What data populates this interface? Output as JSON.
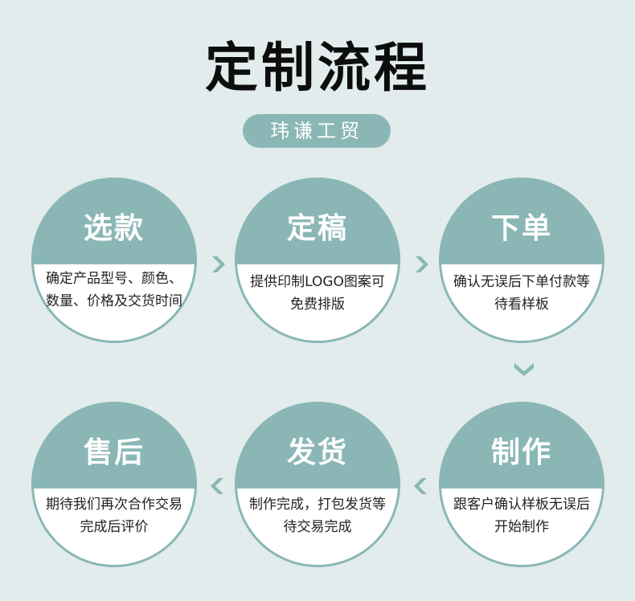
{
  "title": "定制流程",
  "company": "玮谦工贸",
  "colors": {
    "accent": "#8ab7b5",
    "background": "#e2ecec",
    "circle_bg": "#ffffff"
  },
  "steps": [
    {
      "name": "选款",
      "desc": "确定产品型号、颜色、数量、价格及交货时间"
    },
    {
      "name": "定稿",
      "desc": "提供印制LOGO图案可免费排版"
    },
    {
      "name": "下单",
      "desc": "确认无误后下单付款等待看样板"
    },
    {
      "name": "制作",
      "desc": "跟客户确认样板无误后开始制作"
    },
    {
      "name": "发货",
      "desc": "制作完成，打包发货等待交易完成"
    },
    {
      "name": "售后",
      "desc": "期待我们再次合作交易完成后评价"
    }
  ],
  "arrows": {
    "right": "chevron-right-icon",
    "down": "chevron-down-icon",
    "left": "chevron-left-icon"
  }
}
